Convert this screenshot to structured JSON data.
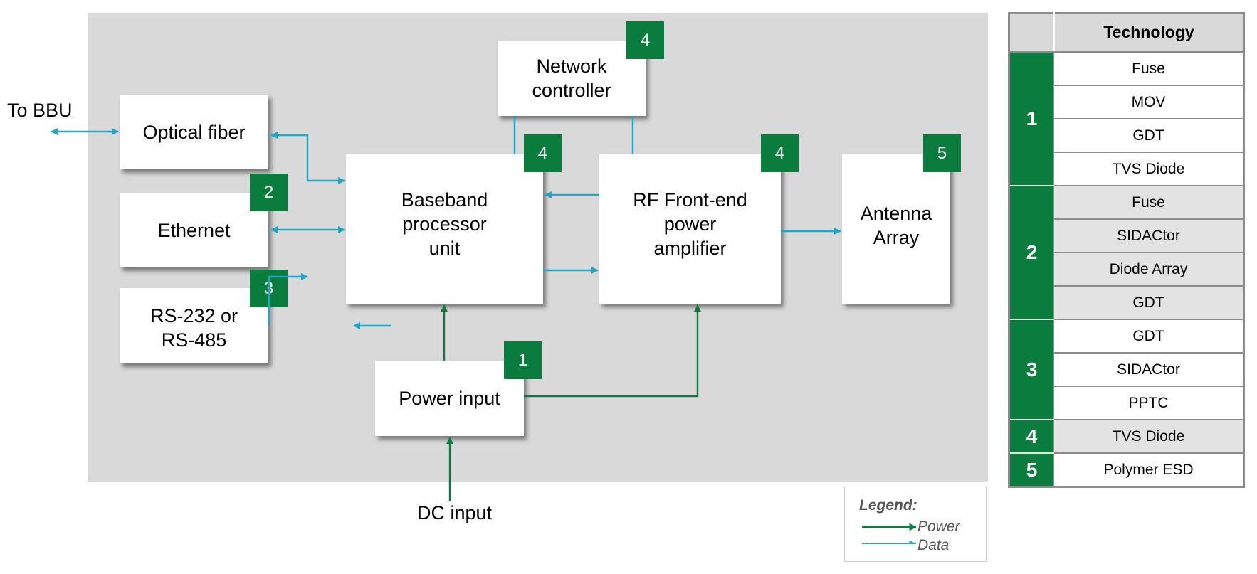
{
  "diagram": {
    "external_labels": {
      "to_bbu": "To BBU",
      "dc_input": "DC input"
    },
    "blocks": {
      "optical_fiber": "Optical fiber",
      "ethernet": "Ethernet",
      "rs": "RS-232 or\nRS-485",
      "network_controller": "Network\ncontroller",
      "baseband": "Baseband\nprocessor\nunit",
      "rf_frontend": "RF Front-end\npower\namplifier",
      "antenna": "Antenna\nArray",
      "power_input": "Power input"
    },
    "badges": {
      "ethernet": "2",
      "rs": "3",
      "network_controller": "4",
      "baseband": "4",
      "rf_frontend": "4",
      "antenna": "5",
      "power_input": "1"
    },
    "colors": {
      "power": "#0a7d3e",
      "data": "#1ea8c8",
      "badge": "#0a7d3e",
      "background": "#d9d9d9"
    },
    "legend": {
      "title": "Legend:",
      "items": [
        {
          "label": "Power",
          "type": "power"
        },
        {
          "label": "Data",
          "type": "data"
        }
      ]
    }
  },
  "table": {
    "header": {
      "group": "",
      "technology": "Technology"
    },
    "groups": [
      {
        "id": "1",
        "technologies": [
          "Fuse",
          "MOV",
          "GDT",
          "TVS Diode"
        ]
      },
      {
        "id": "2",
        "technologies": [
          "Fuse",
          "SIDACtor",
          "Diode Array",
          "GDT"
        ]
      },
      {
        "id": "3",
        "technologies": [
          "GDT",
          "SIDACtor",
          "PPTC"
        ]
      },
      {
        "id": "4",
        "technologies": [
          "TVS Diode"
        ]
      },
      {
        "id": "5",
        "technologies": [
          "Polymer ESD"
        ]
      }
    ]
  }
}
